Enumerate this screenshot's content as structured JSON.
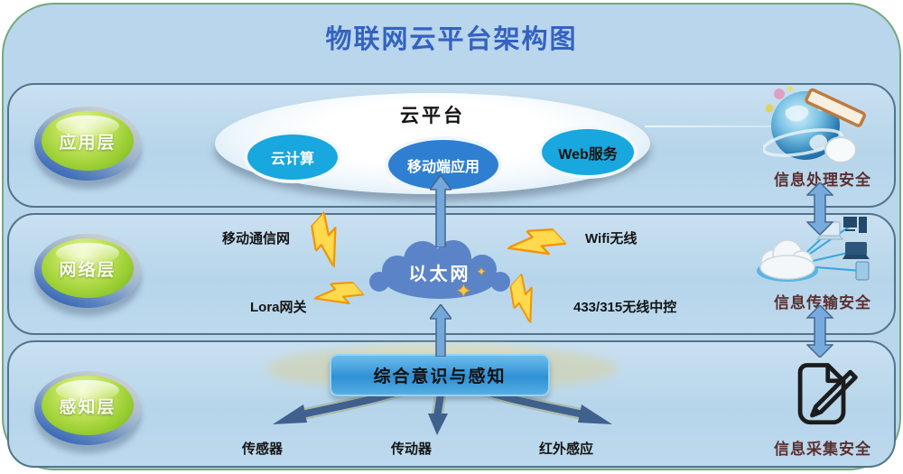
{
  "title": "物联网云平台架构图",
  "layers": {
    "app": {
      "button": "应用层",
      "platform": "云平台",
      "nodes": [
        "云计算",
        "移动端应用",
        "Web服务"
      ],
      "security": "信息处理安全"
    },
    "network": {
      "button": "网络层",
      "hub": "以太网",
      "links": [
        "移动通信网",
        "Wifi无线",
        "Lora网关",
        "433/315无线中控"
      ],
      "security": "信息传输安全"
    },
    "perception": {
      "button": "感知层",
      "hub": "综合意识与感知",
      "devices": [
        "传感器",
        "传动器",
        "红外感应"
      ],
      "security": "信息采集安全"
    }
  },
  "icons": {
    "sparkle": "✦"
  },
  "colors": {
    "panel_bg": "#b9d6ec",
    "panel_border_green": "#74a87c",
    "band_border": "#51758a",
    "title_blue": "#3462c0",
    "node_cyan": "#18a7de",
    "node_blue": "#2e7fd2",
    "ethernet_cloud": "#5b84c8",
    "button_green": "#8cc32a",
    "security_text": "#5a3030",
    "bolt_yellow": "#ffd94e",
    "fusion_box_blue": "#2f90d3",
    "teal_bottom": "#57b3a0"
  }
}
